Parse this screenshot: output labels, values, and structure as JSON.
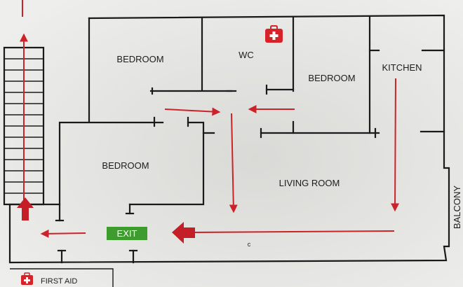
{
  "rooms": {
    "bedroom_top_left": "BEDROOM",
    "wc": "WC",
    "bedroom_right": "BEDROOM",
    "kitchen": "KITCHEN",
    "bedroom_lower_left": "BEDROOM",
    "living_room": "LIVING ROOM",
    "balcony": "BALCONY"
  },
  "exit_sign": {
    "label": "EXIT",
    "color": "#3e9b2e"
  },
  "legend": {
    "first_aid_label": "FIRST AID"
  },
  "stray_mark": "c",
  "colors": {
    "wall": "#1a1a1a",
    "route": "#cc2229",
    "first_aid": "#d8222a"
  },
  "icons": [
    "first-aid-icon",
    "stairs-icon",
    "route-arrow-icon",
    "emergency-exit-arrow-icon"
  ]
}
